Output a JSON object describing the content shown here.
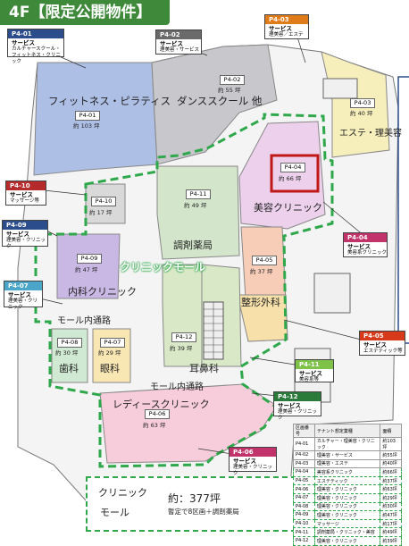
{
  "title": "4F【限定公開物件】",
  "colors": {
    "fitness": "#aebfe6",
    "dance": "#c7c7cc",
    "esthe": "#f6eebb",
    "beauty": "#ecd0ec",
    "internal": "#c9b8e4",
    "pharmacy": "#d3e5cb",
    "ortho": "#f7cdb8",
    "derm": "#f7e0aa",
    "dental": "#d0e9d2",
    "eye": "#f8e6b3",
    "ent": "#d9e8c7",
    "ladies": "#f7cddb",
    "massage": "#d9d9d9",
    "mall_dash": "#2ea84a",
    "highlight": "#c01818"
  },
  "callouts": [
    {
      "code": "P4-01",
      "cat": "サービス",
      "sub": "カルチャースクール・フィットネス・クリニック",
      "color": "#2c4d8c"
    },
    {
      "code": "P4-02",
      "cat": "サービス",
      "sub": "理美容・サービス",
      "color": "#6a6a6a"
    },
    {
      "code": "P4-03",
      "cat": "サービス",
      "sub": "理美容／エステ",
      "color": "#e07b1a"
    },
    {
      "code": "P4-10",
      "cat": "サービス",
      "sub": "マッサージ等",
      "color": "#b52a2a"
    },
    {
      "code": "P4-09",
      "cat": "サービス",
      "sub": "理美容・クリニック",
      "color": "#2c4d8c"
    },
    {
      "code": "P4-07",
      "cat": "サービス",
      "sub": "理美容・クリニック",
      "color": "#4aa5c8"
    },
    {
      "code": "P4-04",
      "cat": "サービス",
      "sub": "美容系クリニック",
      "color": "#c2326b"
    },
    {
      "code": "P4-05",
      "cat": "サービス",
      "sub": "エステティック等",
      "color": "#d63a1a"
    },
    {
      "code": "P4-11",
      "cat": "サービス",
      "sub": "美容系等",
      "color": "#7fc24a"
    },
    {
      "code": "P4-12",
      "cat": "サービス",
      "sub": "理美容・クリニック",
      "color": "#2a7a3a"
    },
    {
      "code": "P4-06",
      "cat": "サービス",
      "sub": "理美容・クリニック",
      "color": "#c2326b"
    }
  ],
  "units": [
    {
      "code": "P4-01",
      "area": "約 103 坪",
      "name": "フィットネス・ピラティス"
    },
    {
      "code": "P4-02",
      "area": "約 55 坪",
      "name": "ダンススクール 他"
    },
    {
      "code": "P4-03",
      "area": "約 40 坪",
      "name": "エステ・理美容"
    },
    {
      "code": "P4-04",
      "area": "約 66 坪",
      "name": "美容クリニック"
    },
    {
      "code": "P4-10",
      "area": "約 17 坪",
      "name": ""
    },
    {
      "code": "P4-11",
      "area": "約 49 坪",
      "name": "調剤薬局"
    },
    {
      "code": "P4-09",
      "area": "約 47 坪",
      "name": "内科クリニック"
    },
    {
      "code": "P4-05",
      "area": "約 37 坪",
      "name": "整形外科"
    },
    {
      "code": "P4-12",
      "area": "約 39 坪",
      "name": "耳鼻科"
    },
    {
      "code": "P4-08",
      "area": "約 30 坪",
      "name": "歯科"
    },
    {
      "code": "P4-07",
      "area": "約 29 坪",
      "name": "眼科"
    },
    {
      "code": "P4-06",
      "area": "約 63 坪",
      "name": "レディースクリニック"
    }
  ],
  "labels": {
    "clinic_mall": "クリニックモール",
    "mall_passage_1": "モール内通路",
    "mall_passage_2": "モール内通路"
  },
  "legend": {
    "name_line1": "クリニック",
    "name_line2": "モール",
    "area": "約：377坪",
    "note": "暫定で8区画＋調剤薬局"
  },
  "table": {
    "headers": [
      "区画番号",
      "テナント想定業種",
      "面積"
    ],
    "rows": [
      [
        "P4-01",
        "カルチャー・理美容・クリニック",
        "約103坪"
      ],
      [
        "P4-02",
        "理美容・サービス",
        "約55坪"
      ],
      [
        "P4-03",
        "理美容・エステ",
        "約40坪"
      ],
      [
        "P4-04",
        "美容系クリニック",
        "約66坪"
      ],
      [
        "P4-05",
        "エステティック",
        "約37坪"
      ],
      [
        "P4-06",
        "理美容・クリニック",
        "約63坪"
      ],
      [
        "P4-07",
        "理美容・クリニック",
        "約29坪"
      ],
      [
        "P4-08",
        "理美容・クリニック",
        "約30坪"
      ],
      [
        "P4-09",
        "理美容・クリニック",
        "約47坪"
      ],
      [
        "P4-10",
        "マッサージ",
        "約17坪"
      ],
      [
        "P4-11",
        "調剤薬局・クリニック・美容",
        "約49坪"
      ],
      [
        "P4-12",
        "理美容・クリニック",
        "約39坪"
      ]
    ]
  }
}
